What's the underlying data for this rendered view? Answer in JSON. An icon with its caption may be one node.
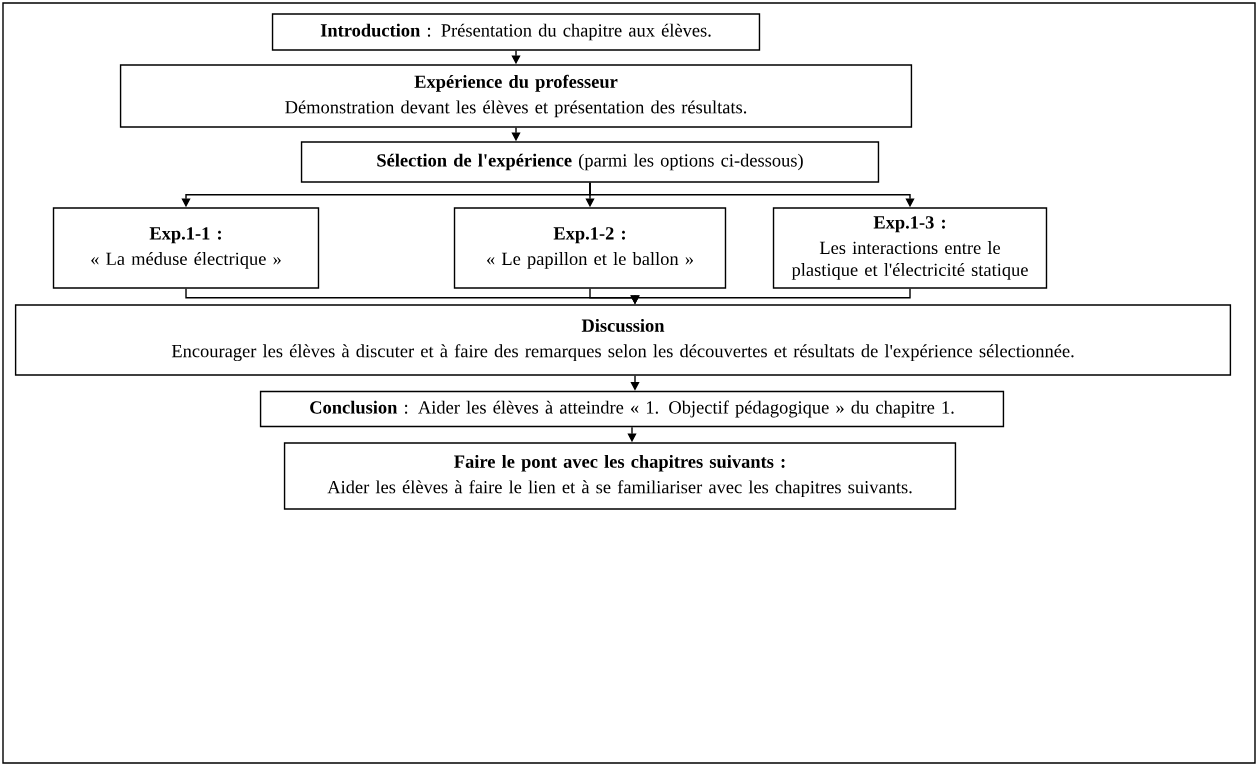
{
  "diagram": {
    "nodes": [
      {
        "text": [
          "**Introduction** : Présentation du chapitre aux élèves."
        ]
      },
      {
        "text": [
          "Expérience du professeur",
          "Démonstration devant les élèves et présentation des résultats."
        ]
      },
      {
        "text": [
          "**Sélection de l'expérience** (parmi les options ci-dessous)"
        ]
      },
      {
        "text": [
          "Exp.1-1 :",
          "« La méduse électrique »"
        ]
      },
      {
        "text": [
          "Exp.1-2 :",
          "« Le papillon et le ballon »"
        ]
      },
      {
        "text": [
          "Exp.1-3 :",
          "Les interactions entre le plastique et l'électricité statique"
        ]
      },
      {
        "text": [
          "Discussion",
          "Encourager les élèves à discuter et à faire des remarques selon les découvertes et résultats de l'expérience sélectionnée."
        ]
      },
      {
        "text": [
          "**Conclusion** : Aider les élèves à atteindre « 1. Objectif pédagogique » du chapitre 1."
        ]
      },
      {
        "text": [
          "Faire le pont avec les chapitres suivants :",
          "Aider les élèves à faire le lien et à se familiariser avec les chapitres suivants."
        ]
      }
    ],
    "edges": [
      {
        "from": 0,
        "to": 1,
        "arrow": "to"
      },
      {
        "from": 1,
        "to": 2,
        "arrow": "to"
      },
      {
        "from": 2,
        "to": 3,
        "arrow": "to"
      },
      {
        "from": 2,
        "to": 4,
        "arrow": "to"
      },
      {
        "from": 2,
        "to": 5,
        "arrow": "to"
      },
      {
        "from": 3,
        "to": 6,
        "arrow": "to"
      },
      {
        "from": 4,
        "to": 6,
        "arrow": "to"
      },
      {
        "from": 5,
        "to": 6,
        "arrow": "to"
      },
      {
        "from": 6,
        "to": 7,
        "arrow": "to"
      },
      {
        "from": 7,
        "to": 8,
        "arrow": "to"
      }
    ]
  }
}
